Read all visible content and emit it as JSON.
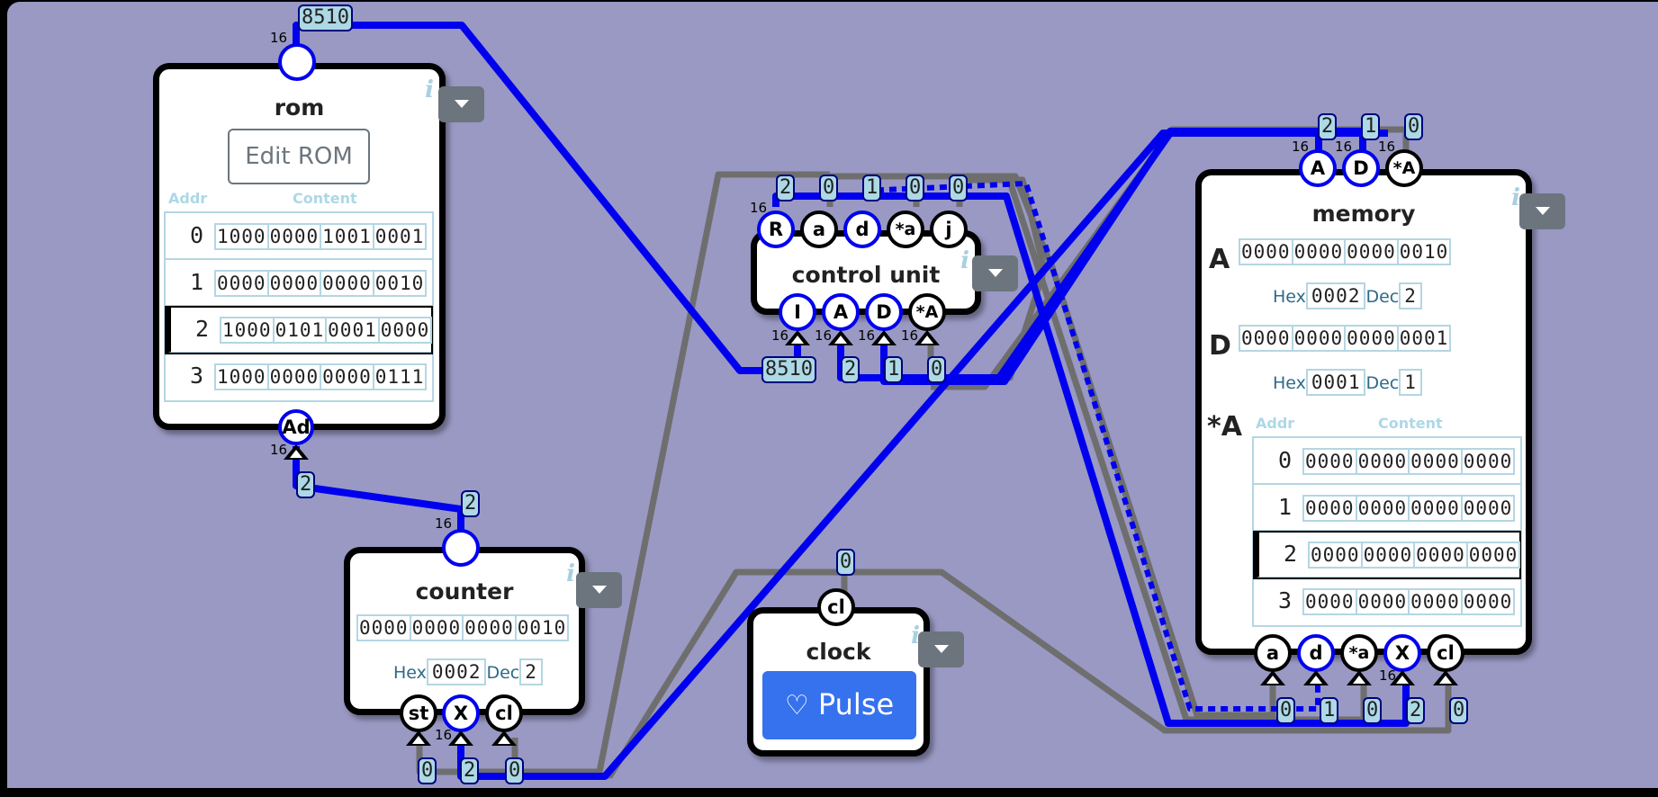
{
  "components": {
    "rom": {
      "title": "rom",
      "edit_button": "Edit ROM",
      "col_addr": "Addr",
      "col_content": "Content",
      "rows": [
        {
          "addr": "0",
          "bits": [
            "1000",
            "0000",
            "1001",
            "0001"
          ]
        },
        {
          "addr": "1",
          "bits": [
            "0000",
            "0000",
            "0000",
            "0010"
          ]
        },
        {
          "addr": "2",
          "bits": [
            "1000",
            "0101",
            "0001",
            "0000"
          ],
          "selected": true
        },
        {
          "addr": "3",
          "bits": [
            "1000",
            "0000",
            "0000",
            "0111"
          ]
        }
      ],
      "ports": {
        "out": "",
        "addr": "Ad"
      },
      "widths": {
        "out": "16",
        "addr": "16"
      }
    },
    "counter": {
      "title": "counter",
      "bits": [
        "0000",
        "0000",
        "0000",
        "0010"
      ],
      "hex_label": "Hex",
      "hex": "0002",
      "dec_label": "Dec",
      "dec": "2",
      "ports": {
        "out": "",
        "st": "st",
        "x": "X",
        "cl": "cl"
      },
      "widths": {
        "out": "16",
        "x": "16"
      }
    },
    "control_unit": {
      "title": "control unit",
      "outputs": [
        "R",
        "a",
        "d",
        "*a",
        "j"
      ],
      "inputs": [
        "I",
        "A",
        "D",
        "*A"
      ],
      "width_R": "16",
      "input_widths": [
        "16",
        "16",
        "16",
        "16"
      ]
    },
    "clock": {
      "title": "clock",
      "port": "cl",
      "pulse_button": "Pulse",
      "pulse_icon": "heart-icon"
    },
    "memory": {
      "title": "memory",
      "outputs": [
        "A",
        "D",
        "*A"
      ],
      "output_widths": [
        "16",
        "16",
        "16"
      ],
      "reg_A": {
        "label": "A",
        "bits": [
          "0000",
          "0000",
          "0000",
          "0010"
        ],
        "hex_label": "Hex",
        "hex": "0002",
        "dec_label": "Dec",
        "dec": "2"
      },
      "reg_D": {
        "label": "D",
        "bits": [
          "0000",
          "0000",
          "0000",
          "0001"
        ],
        "hex_label": "Hex",
        "hex": "0001",
        "dec_label": "Dec",
        "dec": "1"
      },
      "ram": {
        "label": "*A",
        "col_addr": "Addr",
        "col_content": "Content",
        "rows": [
          {
            "addr": "0",
            "bits": [
              "0000",
              "0000",
              "0000",
              "0000"
            ]
          },
          {
            "addr": "1",
            "bits": [
              "0000",
              "0000",
              "0000",
              "0000"
            ]
          },
          {
            "addr": "2",
            "bits": [
              "0000",
              "0000",
              "0000",
              "0000"
            ],
            "selected": true
          },
          {
            "addr": "3",
            "bits": [
              "0000",
              "0000",
              "0000",
              "0000"
            ]
          }
        ]
      },
      "inputs": [
        "a",
        "d",
        "*a",
        "X",
        "cl"
      ],
      "width_X": "16"
    }
  },
  "wire_values": {
    "rom_out": "8510",
    "rom_addr": "2",
    "counter_out": "2",
    "counter_st": "0",
    "counter_x": "2",
    "counter_cl": "0",
    "cu_R": "2",
    "cu_a": "0",
    "cu_d": "1",
    "cu_star_a": "0",
    "cu_j": "0",
    "cu_I": "8510",
    "cu_A": "2",
    "cu_D": "1",
    "cu_star_A": "0",
    "clock_cl": "0",
    "mem_A": "2",
    "mem_D": "1",
    "mem_star_A": "0",
    "mem_a": "0",
    "mem_d": "1",
    "mem_star_a": "0",
    "mem_X": "2",
    "mem_cl": "0"
  },
  "colors": {
    "background": "#9999c4",
    "wire_active": "#0000ee",
    "wire_inactive": "#6e6e6e",
    "label_bg": "#add8e6",
    "pulse_button": "#3672ee",
    "menu_button": "#6c757d"
  }
}
